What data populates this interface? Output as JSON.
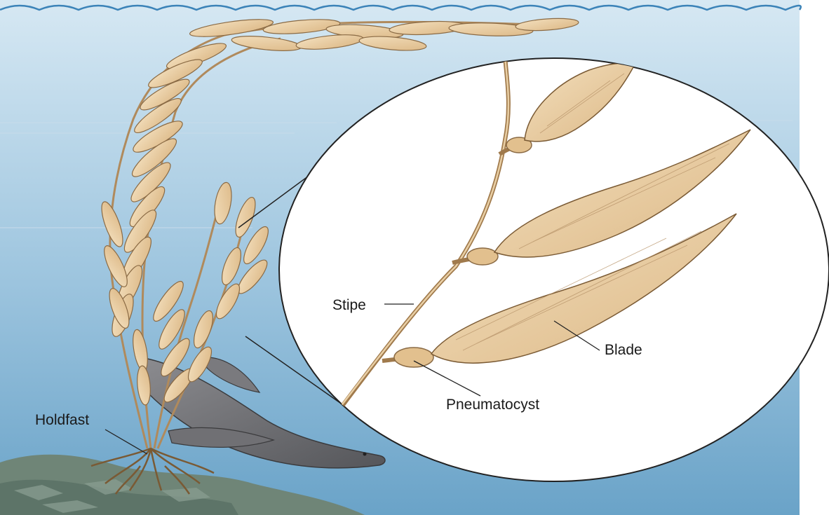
{
  "labels": {
    "holdfast": "Holdfast",
    "stipe": "Stipe",
    "blade": "Blade",
    "pneumatocyst": "Pneumatocyst"
  },
  "colors": {
    "water_top": "#d6e8f3",
    "water_bottom": "#6aa3c8",
    "kelp_fill": "#e9cfa5",
    "kelp_dark": "#c4a074",
    "stipe": "#b08a5c",
    "seal": "#6e6e70",
    "seafloor": "#6f8577",
    "inset_bg": "#ffffff"
  }
}
